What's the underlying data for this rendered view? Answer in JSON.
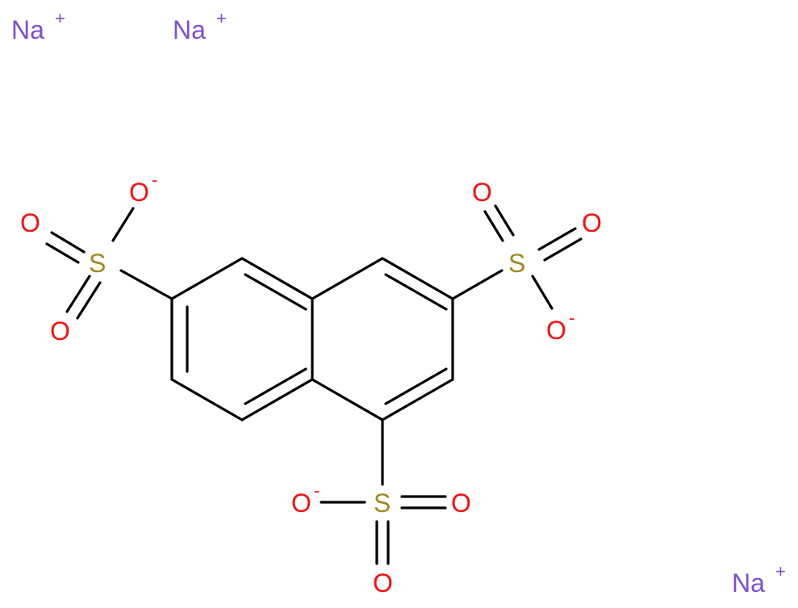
{
  "colors": {
    "bond": "#000000",
    "sodium": "#7b4fd6",
    "oxygen": "#ff0d0d",
    "sulfur": "#a08a1e"
  },
  "labels": {
    "sodium": "Na",
    "oxygen": "O",
    "sulfur": "S",
    "plus": "+",
    "minus": "-"
  },
  "atoms": {
    "na1": "Na",
    "na2": "Na",
    "na3": "Na",
    "s_left": "S",
    "s_right": "S",
    "s_bottom": "S",
    "o_left_top": "O",
    "o_left_mid": "O",
    "o_left_bot": "O",
    "o_right_top": "O",
    "o_right_mid": "O",
    "o_right_bot": "O",
    "o_bottom_left": "O",
    "o_bottom_right": "O",
    "o_bottom_down": "O"
  }
}
